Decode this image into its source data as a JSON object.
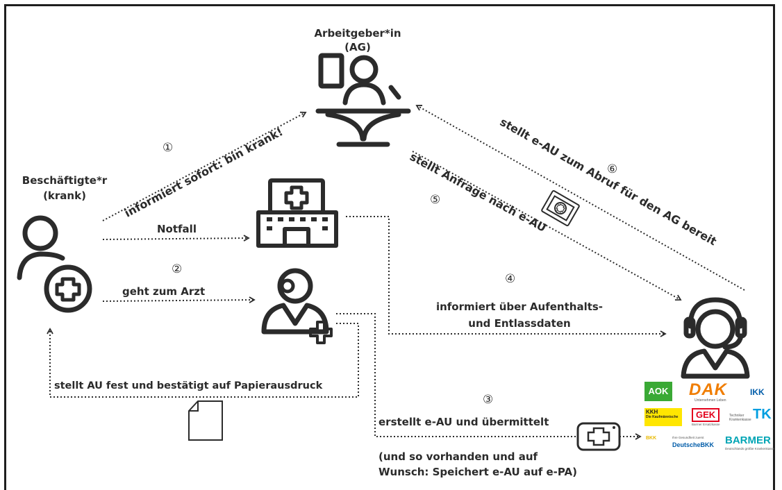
{
  "actors": {
    "employer_line1": "Arbeitgeber*in",
    "employer_line2": "(AG)",
    "employee_line1": "Beschäftigte*r",
    "employee_line2": "(krank)"
  },
  "steps": {
    "step1_number": "①",
    "step1_text": "informiert sofort: bin krank!",
    "emergency_text": "Notfall",
    "step2_number": "②",
    "step2_text": "geht zum Arzt",
    "paper_text": "stellt AU fest und bestätigt auf Papierausdruck",
    "step3_number": "③",
    "step3_text": "erstellt e-AU und übermittelt",
    "step3_note_line1": "(und so vorhanden und auf",
    "step3_note_line2": "Wunsch: Speichert e-AU auf e-PA)",
    "step4_number": "④",
    "step4_line1": "informiert über Aufenthalts-",
    "step4_line2": "und Entlassdaten",
    "step5_number": "⑤",
    "step5_text": "stellt Anfrage nach e-AU",
    "step6_number": "⑥",
    "step6_text": "stellt e-AU zum Abruf für den AG  bereit"
  },
  "insurers": {
    "aok": "AOK",
    "dak": "DAK",
    "dak_sub": "Unternehmen Leben",
    "ikk": "IKK",
    "kkh": "KKH",
    "kkh_sub": "Die Kaufmännische",
    "gek": "GEK",
    "gek_sub": "Barmer Ersatzkasse",
    "tk": "TK",
    "tk_sub": "Techniker Krankenkasse",
    "bkk": "BKK",
    "deutsche_bkk": "DeutscheBKK",
    "deutsche_bkk_sub": "Ihre Gesundheit zuerst",
    "barmer": "BARMER",
    "barmer_sub": "Deutschlands größte Krankenkasse"
  },
  "colors": {
    "ink": "#2b2b2b",
    "aok_green": "#3aa935",
    "dak_orange": "#f07d00",
    "ikk_blue": "#005ca9",
    "kkh_yellow": "#ffe600",
    "gek_red": "#e3001b",
    "tk_blue": "#009ee0",
    "barmer_teal": "#00a5b5"
  }
}
